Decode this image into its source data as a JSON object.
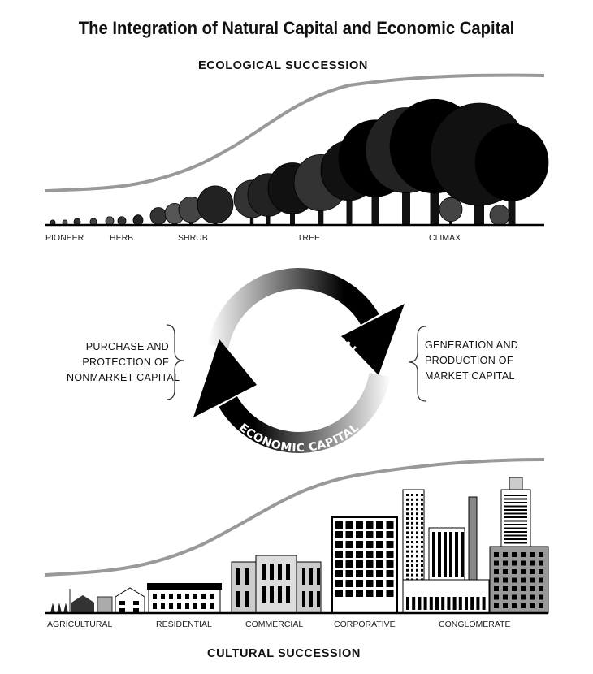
{
  "title": "The Integration of Natural Capital and Economic Capital",
  "ecological": {
    "heading": "ECOLOGICAL SUCCESSION",
    "stages": [
      "PIONEER",
      "HERB",
      "SHRUB",
      "TREE",
      "CLIMAX"
    ]
  },
  "cycle": {
    "top_arrow": "NATURAL CAPITAL",
    "bottom_arrow": "ECONOMIC CAPITAL",
    "left_text": [
      "PURCHASE AND",
      "PROTECTION OF",
      "NONMARKET CAPITAL"
    ],
    "right_text": [
      "GENERATION AND",
      "PRODUCTION OF",
      "MARKET CAPITAL"
    ]
  },
  "cultural": {
    "heading": "CULTURAL SUCCESSION",
    "stages": [
      "AGRICULTURAL",
      "RESIDENTIAL",
      "COMMERCIAL",
      "CORPORATIVE",
      "CONGLOMERATE"
    ]
  }
}
